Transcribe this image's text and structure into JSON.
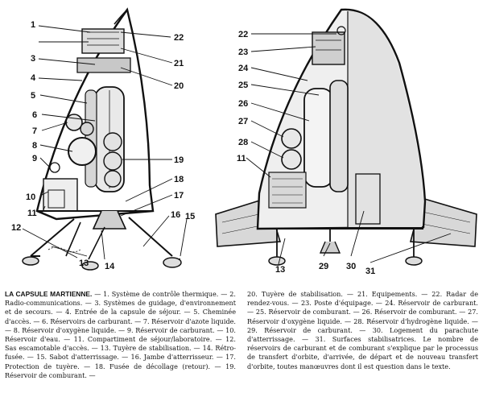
{
  "figure": {
    "left_labels": [
      "1",
      "22",
      "3",
      "21",
      "4",
      "20",
      "5",
      "6",
      "7",
      "8",
      "9",
      "19",
      "18",
      "10",
      "17",
      "11",
      "16",
      "15",
      "12",
      "13",
      "14"
    ],
    "right_labels": [
      "22",
      "23",
      "24",
      "25",
      "26",
      "27",
      "28",
      "11",
      "13",
      "29",
      "30",
      "31"
    ]
  },
  "caption": {
    "lead": "LA CAPSULE MARTIENNE.",
    "col1": " — 1. Système de contrôle thermique. — 2. Radio-communications. — 3. Systèmes de guidage, d'environnement et de secours. — 4. Entrée de la capsule de séjour. — 5. Cheminée d'accès. — 6. Réservoirs de carburant. — 7. Réservoir d'azote liquide. — 8. Réservoir d'oxygène liquide. — 9. Réservoir de carburant. — 10. Réservoir d'eau. — 11. Compartiment de séjour/laboratoire. — 12. Sas escamotable d'accès. — 13. Tuyère de stabilisation. — 14. Rétro-fusée. — 15. Sabot d'atterrissage. — 16. Jambe d'atterrisseur. — 17. Protection de tuyère. — 18. Fusée de décollage (retour). — 19. Réservoir de comburant. —",
    "col2": "20. Tuyère de stabilisation. — 21. Equipements. — 22. Radar de rendez-vous. — 23. Poste d'équipage. — 24. Réservoir de carburant. — 25. Réservoir de comburant. — 26. Réservoir de comburant. — 27. Réservoir d'oxygène liquide. — 28. Réservoir d'hydrogène liquide. — 29. Réservoir de carburant. — 30. Logement du parachute d'atterrissage. — 31. Surfaces stabilisatrices. Le nombre de réservoirs de carburant et de comburant s'explique par le processus de transfert d'orbite, d'arrivée, de départ et de nouveau transfert d'orbite, toutes manœuvres dont il est question dans le texte."
  }
}
